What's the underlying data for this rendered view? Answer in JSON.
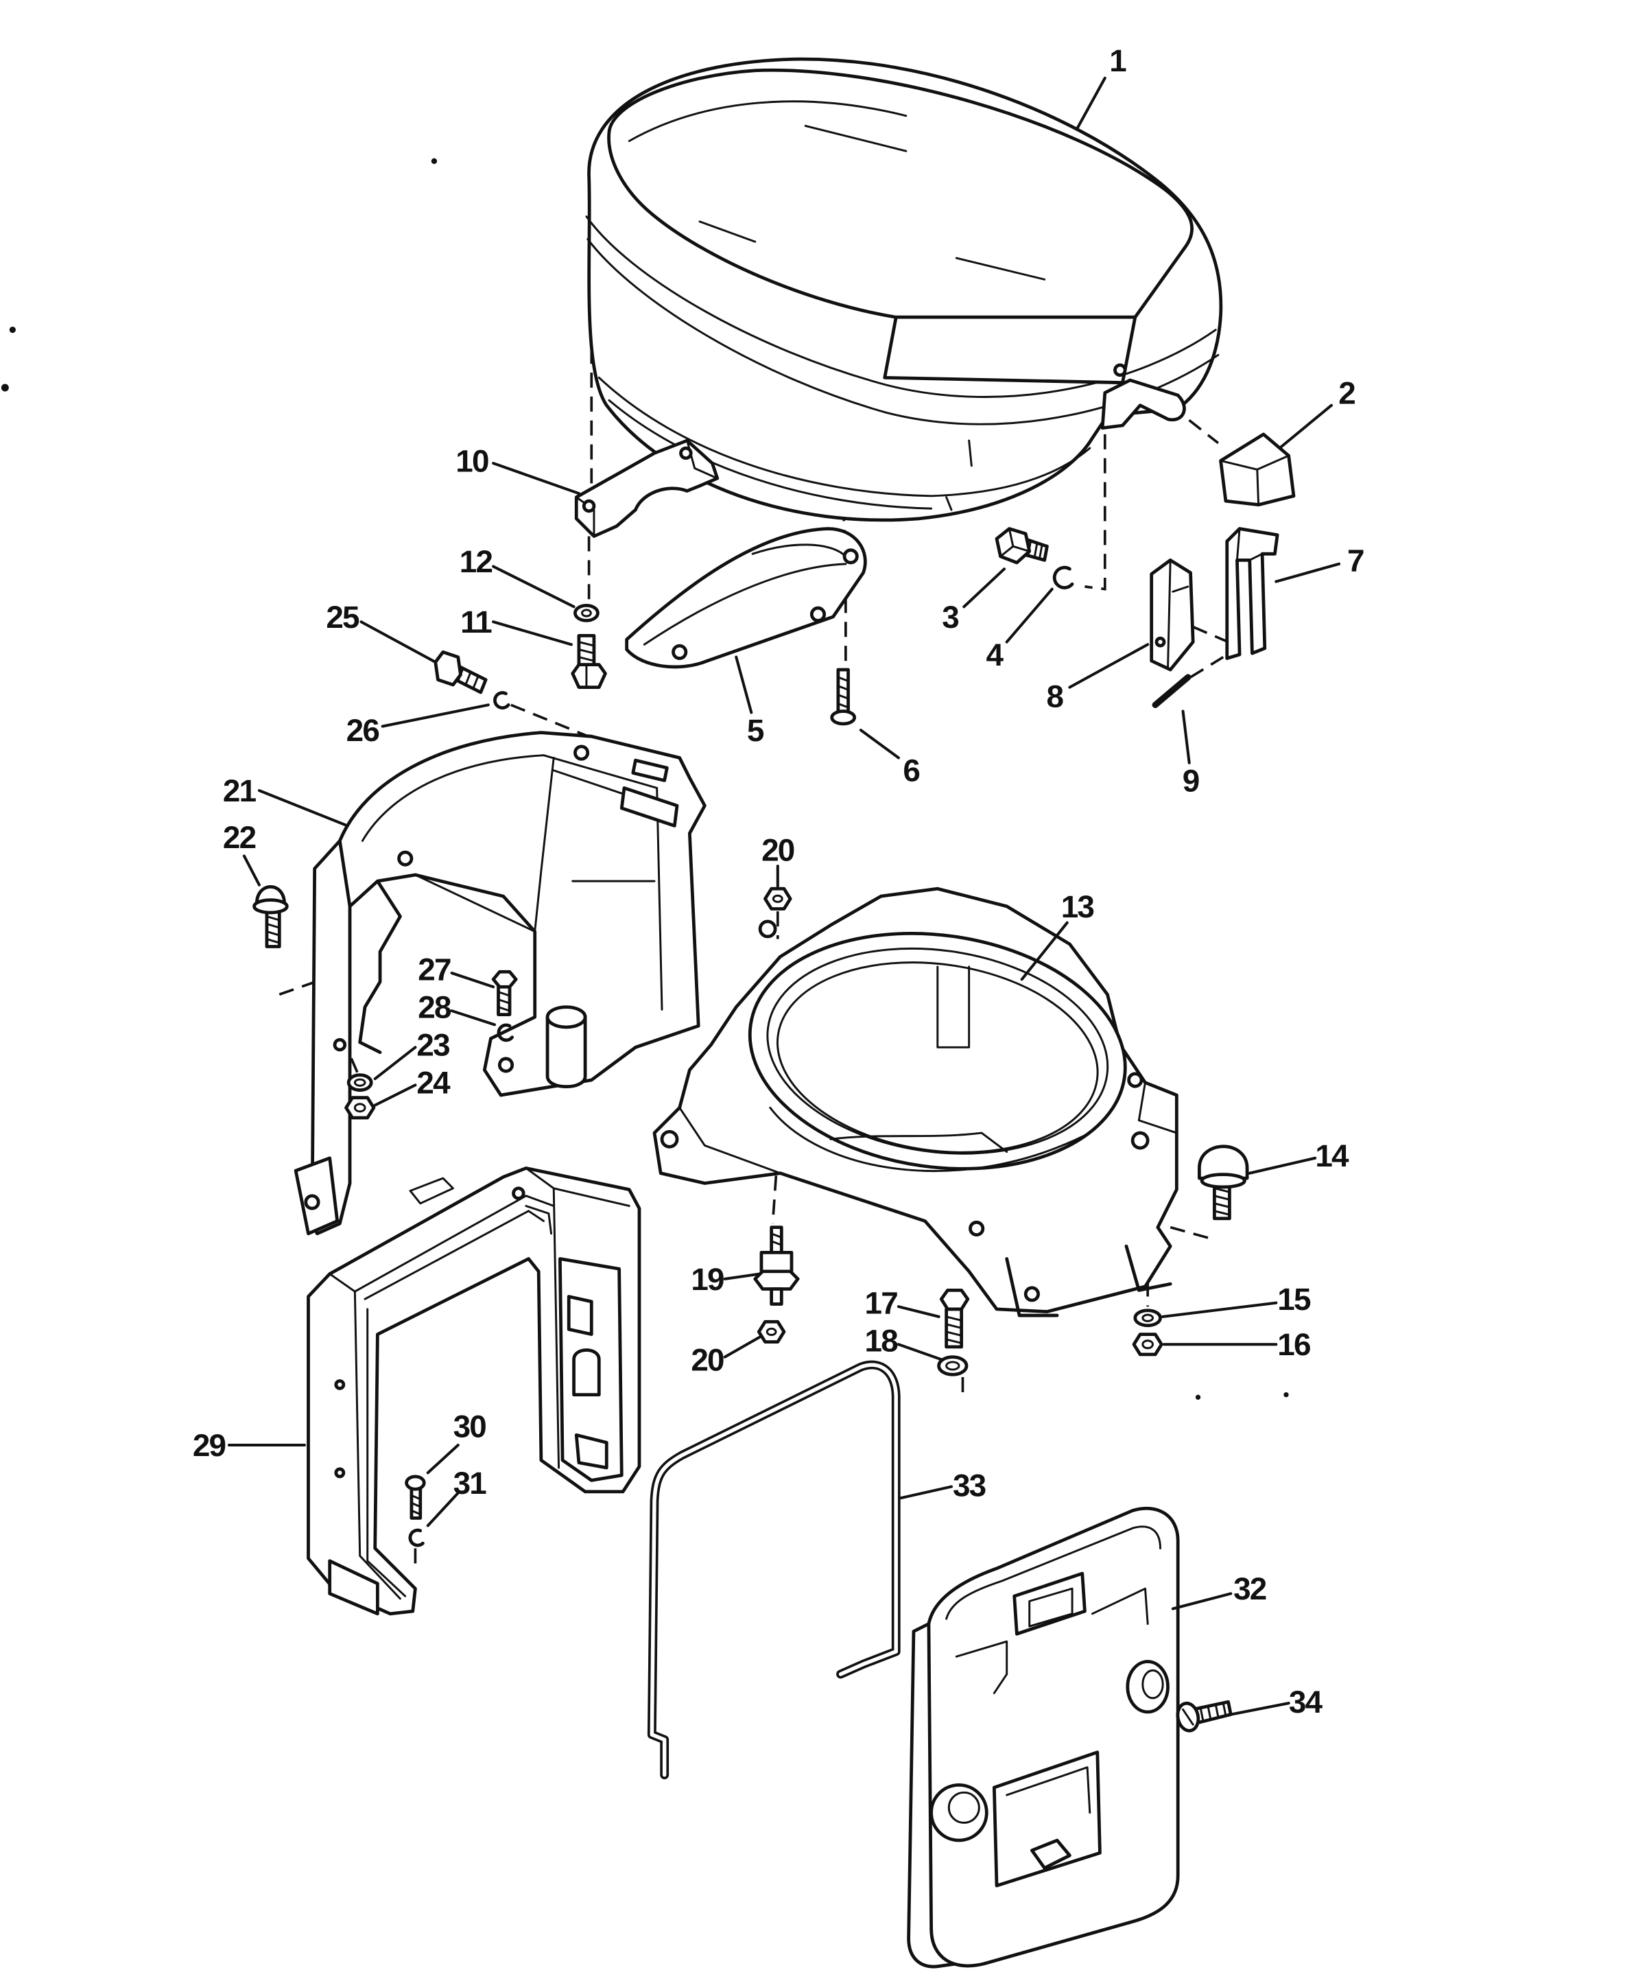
{
  "figure": {
    "background": "#ffffff",
    "line_color": "#111111"
  },
  "callouts": [
    {
      "label": "1"
    },
    {
      "label": "2"
    },
    {
      "label": "3"
    },
    {
      "label": "4"
    },
    {
      "label": "5"
    },
    {
      "label": "6"
    },
    {
      "label": "7"
    },
    {
      "label": "8"
    },
    {
      "label": "9"
    },
    {
      "label": "10"
    },
    {
      "label": "11"
    },
    {
      "label": "12"
    },
    {
      "label": "13"
    },
    {
      "label": "14"
    },
    {
      "label": "15"
    },
    {
      "label": "16"
    },
    {
      "label": "17"
    },
    {
      "label": "18"
    },
    {
      "label": "19"
    },
    {
      "label": "20"
    },
    {
      "label": "20"
    },
    {
      "label": "21"
    },
    {
      "label": "22"
    },
    {
      "label": "23"
    },
    {
      "label": "24"
    },
    {
      "label": "25"
    },
    {
      "label": "26"
    },
    {
      "label": "27"
    },
    {
      "label": "28"
    },
    {
      "label": "29"
    },
    {
      "label": "30"
    },
    {
      "label": "31"
    },
    {
      "label": "32"
    },
    {
      "label": "33"
    },
    {
      "label": "34"
    }
  ]
}
